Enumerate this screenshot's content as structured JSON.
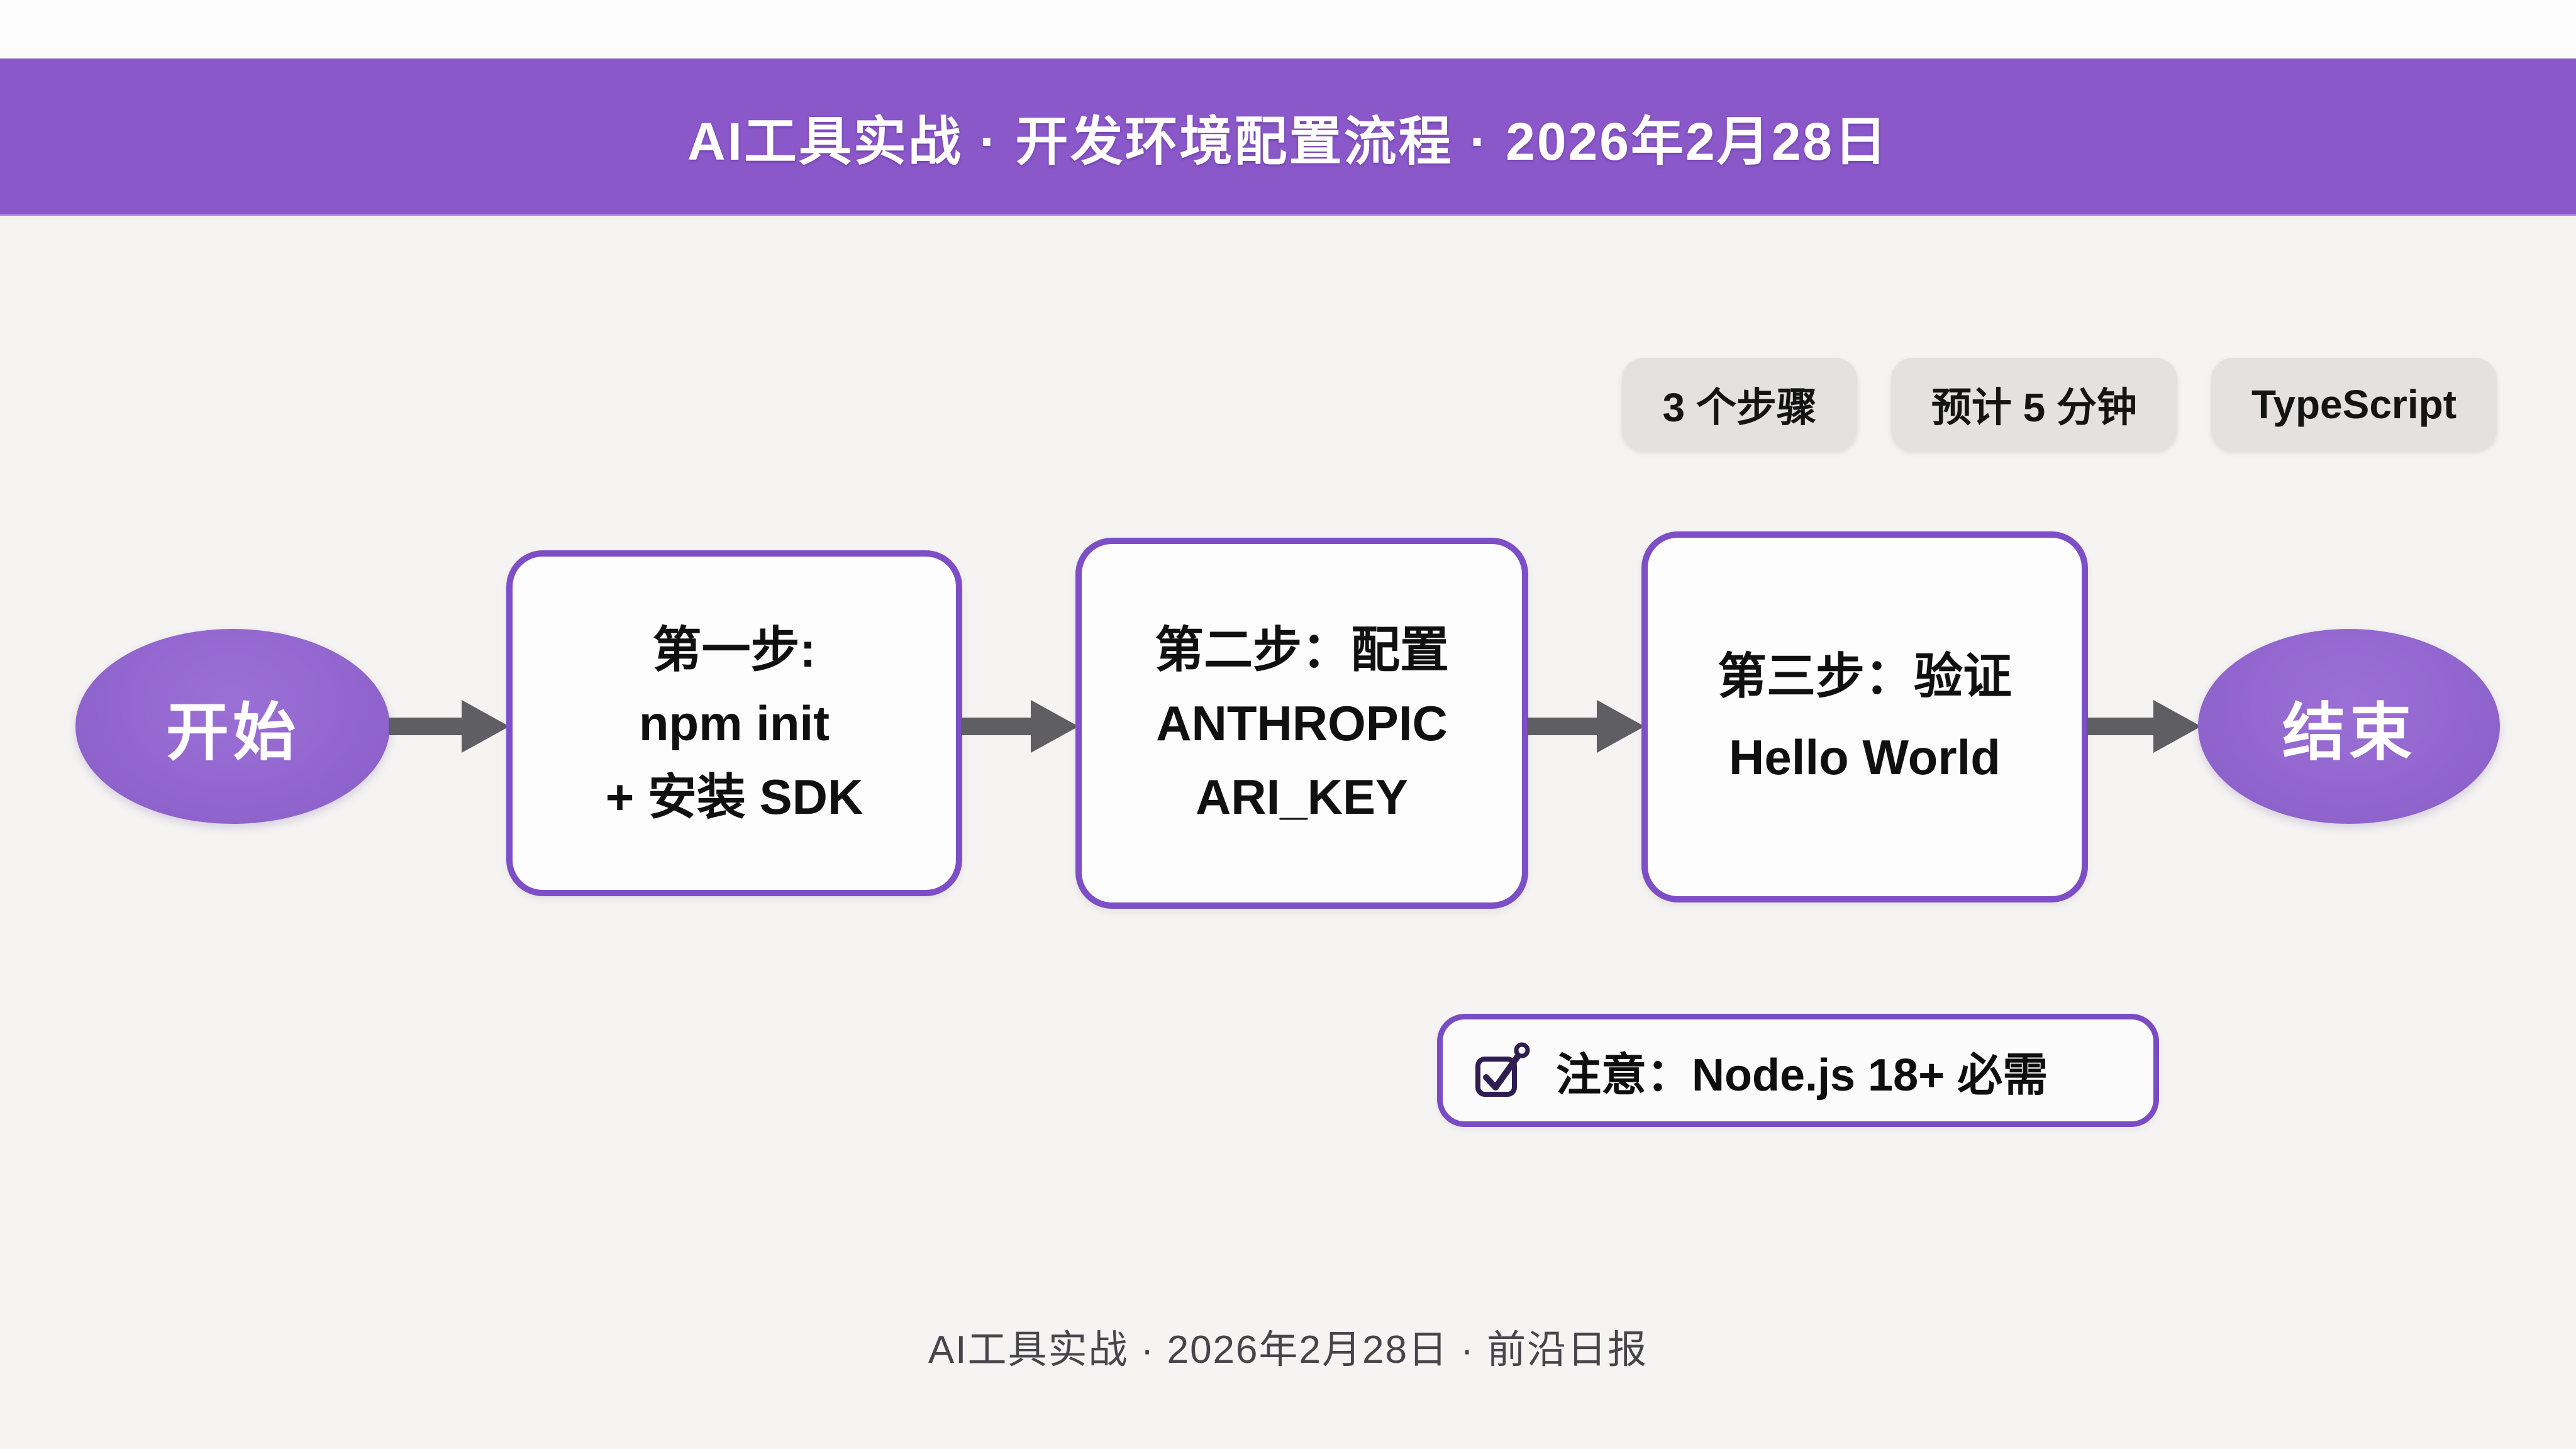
{
  "header": {
    "title": "AI工具实战 · 开发环境配置流程 · 2026年2月28日"
  },
  "badges": [
    {
      "label": "3 个步骤"
    },
    {
      "label": "预计 5 分钟"
    },
    {
      "label": "TypeScript"
    }
  ],
  "flow": {
    "start": {
      "label": "开始"
    },
    "steps": [
      {
        "lines": [
          "第一步:",
          "npm init",
          "+ 安装 SDK"
        ]
      },
      {
        "lines": [
          "第二步：配置",
          "ANTHROPIC",
          "ARI_KEY"
        ]
      },
      {
        "lines": [
          "第三步：验证",
          "Hello World"
        ]
      }
    ],
    "end": {
      "label": "结束"
    }
  },
  "note": {
    "icon": "checkbox-pen-icon",
    "text": "注意：Node.js 18+ 必需"
  },
  "footer": {
    "text": "AI工具实战 · 2026年2月28日 · 前沿日报"
  },
  "colors": {
    "page_bg": "#f5f4f2",
    "top_strip_bg": "#fdfcfc",
    "banner_bg": "#8b58c9",
    "banner_text": "#ffffff",
    "node_fill": "#8f63cc",
    "node_text": "#ffffff",
    "box_bg": "#fdfdfd",
    "box_border": "#7e4ec6",
    "box_text": "#101010",
    "arrow": "#5e5e63",
    "badge_bg": "#e3e2e0",
    "badge_text": "#141414",
    "note_border": "#7a4cc4",
    "note_icon": "#2f1c50",
    "footer_text": "#45454b"
  }
}
